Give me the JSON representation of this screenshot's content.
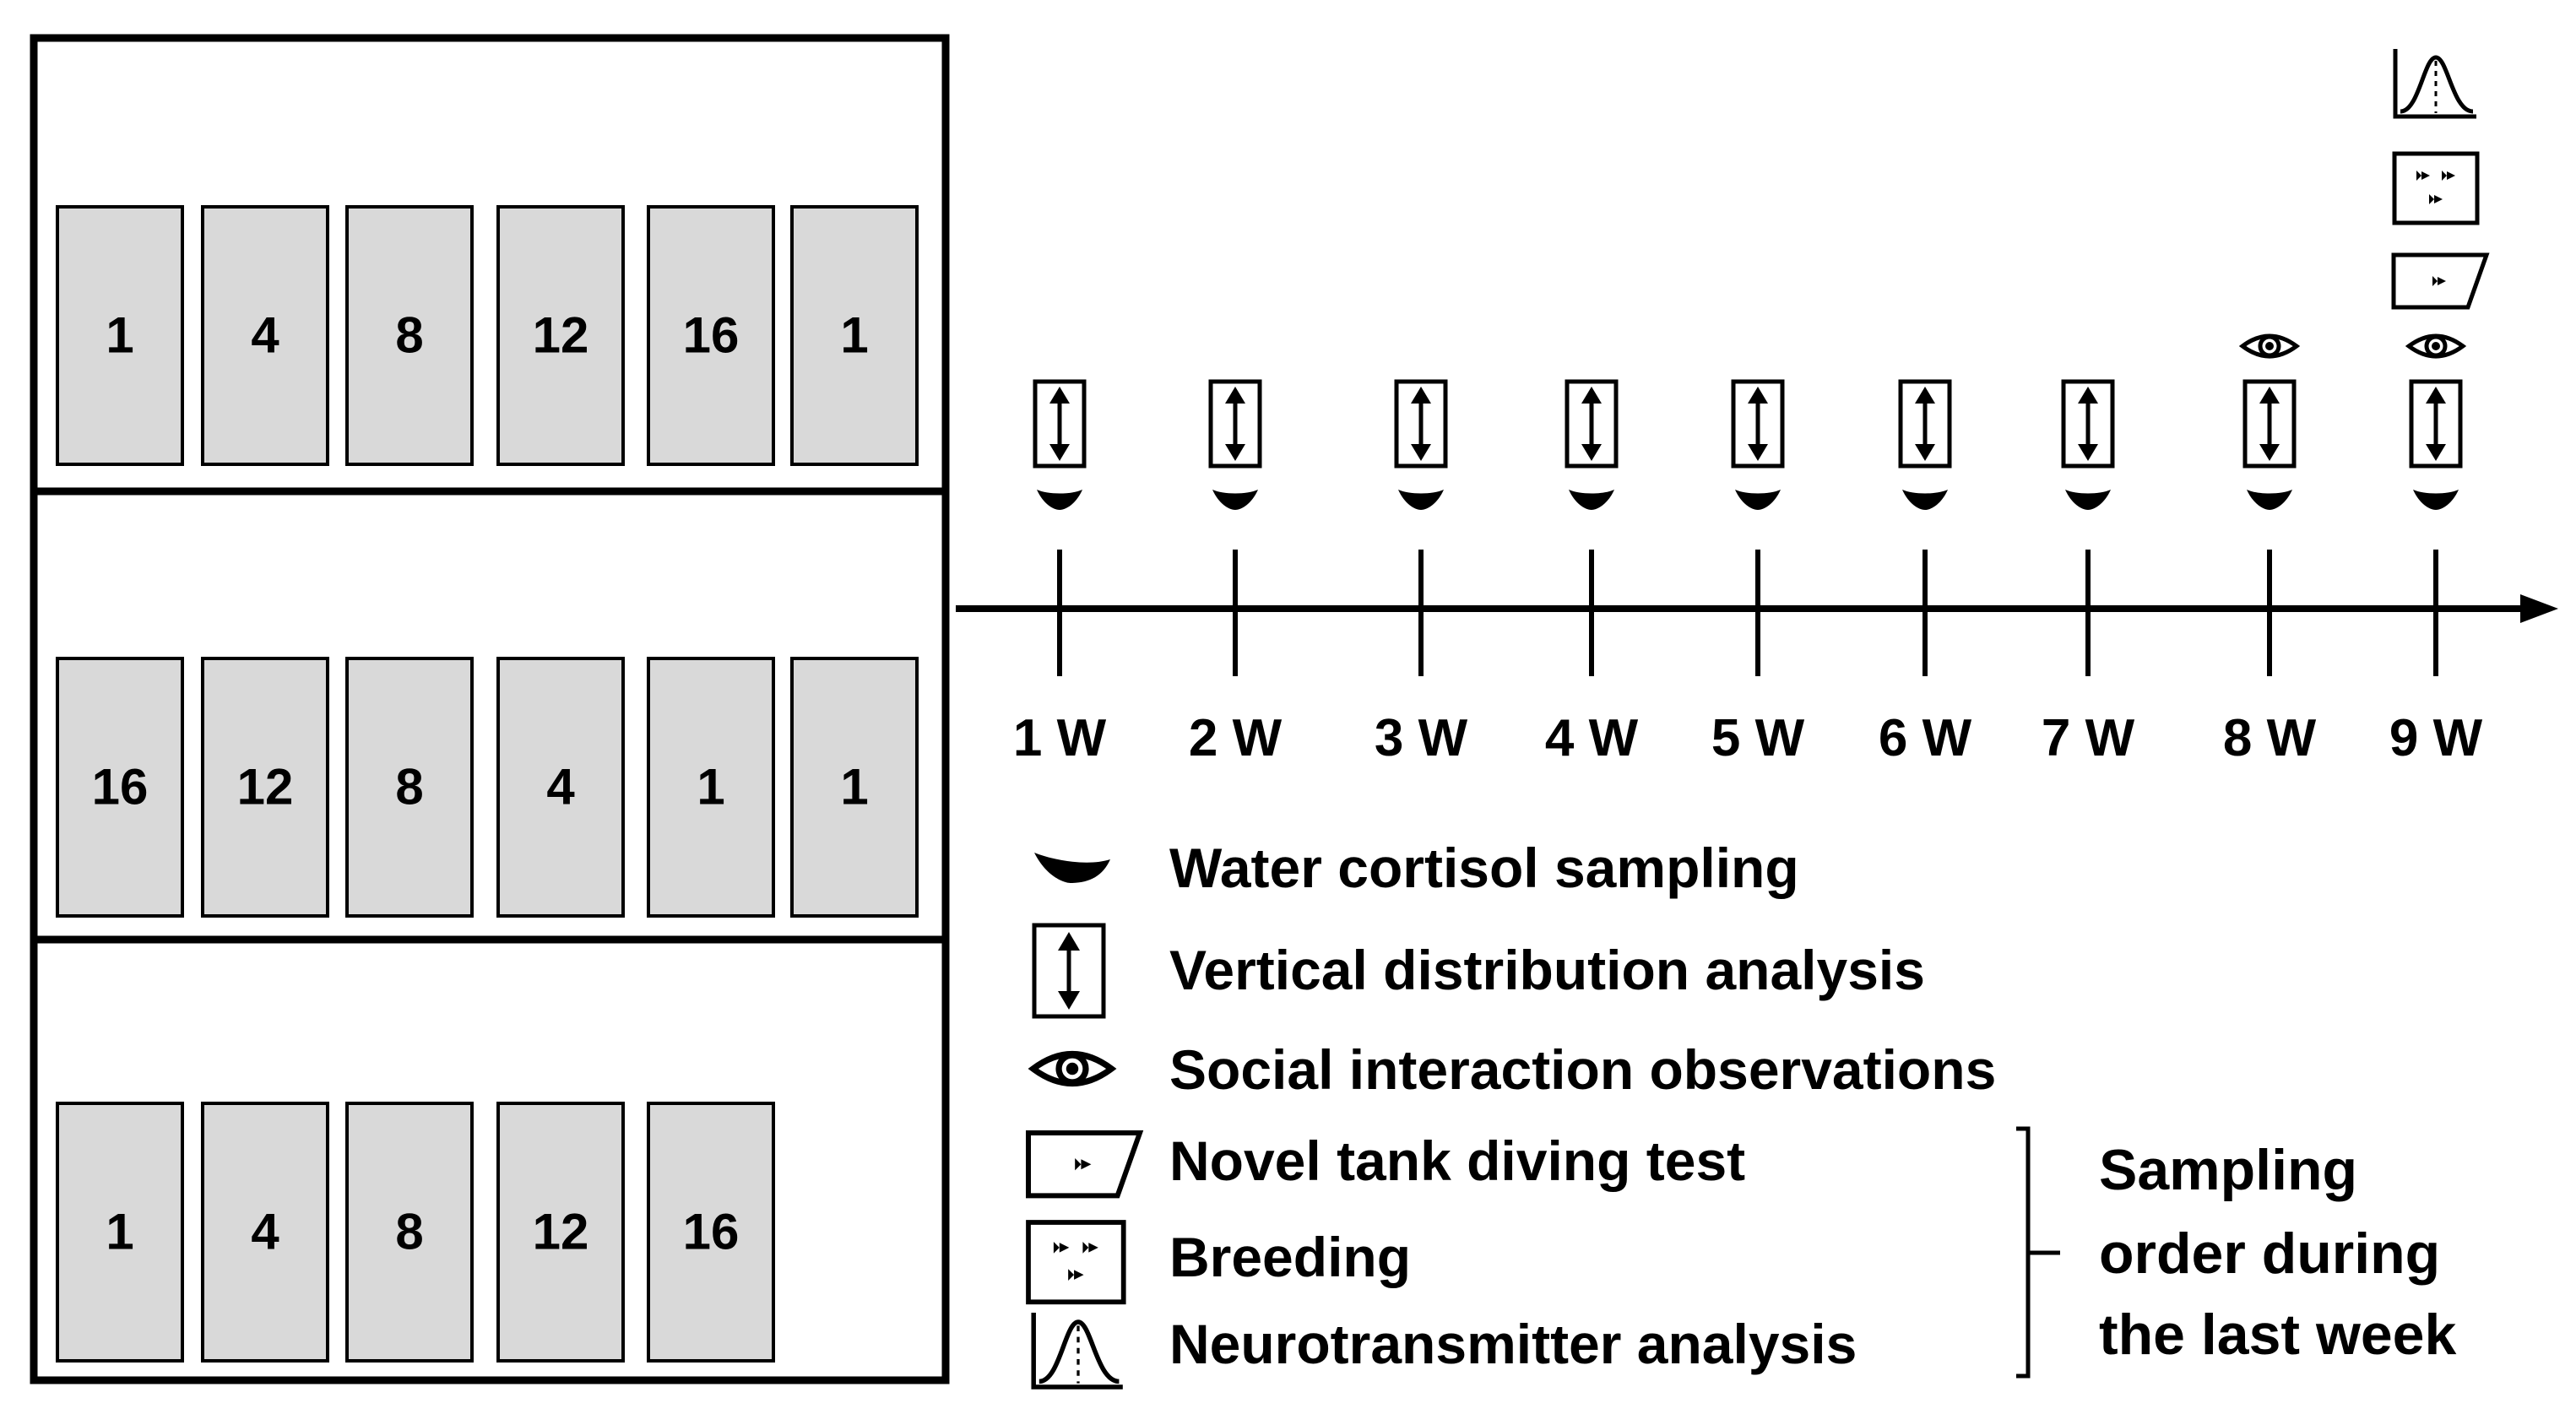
{
  "shelves": [
    {
      "tanks": [
        "1",
        "4",
        "8",
        "12",
        "16",
        "1"
      ]
    },
    {
      "tanks": [
        "16",
        "12",
        "8",
        "4",
        "1",
        "1"
      ]
    },
    {
      "tanks": [
        "1",
        "4",
        "8",
        "12",
        "16"
      ]
    }
  ],
  "timeline": {
    "weeks": [
      "1 W",
      "2 W",
      "3 W",
      "4 W",
      "5 W",
      "6 W",
      "7 W",
      "8 W",
      "9 W"
    ],
    "markers": [
      [
        "cortisol",
        "vertical"
      ],
      [
        "cortisol",
        "vertical"
      ],
      [
        "cortisol",
        "vertical"
      ],
      [
        "cortisol",
        "vertical"
      ],
      [
        "cortisol",
        "vertical"
      ],
      [
        "cortisol",
        "vertical"
      ],
      [
        "cortisol",
        "vertical"
      ],
      [
        "cortisol",
        "vertical",
        "social"
      ],
      [
        "cortisol",
        "vertical",
        "social",
        "novel-tank",
        "breeding",
        "neurotransmitter"
      ]
    ]
  },
  "legend": [
    {
      "icon": "cortisol-drop-icon",
      "label": "Water cortisol sampling"
    },
    {
      "icon": "vertical-arrow-box-icon",
      "label": "Vertical distribution analysis"
    },
    {
      "icon": "eye-icon",
      "label": "Social interaction observations"
    },
    {
      "icon": "novel-tank-icon",
      "label": "Novel tank diving test"
    },
    {
      "icon": "breeding-icon",
      "label": "Breeding"
    },
    {
      "icon": "neurotransmitter-peak-icon",
      "label": "Neurotransmitter analysis"
    }
  ],
  "sampling_order": {
    "lines": [
      "Sampling",
      "order during",
      "the last week"
    ]
  }
}
